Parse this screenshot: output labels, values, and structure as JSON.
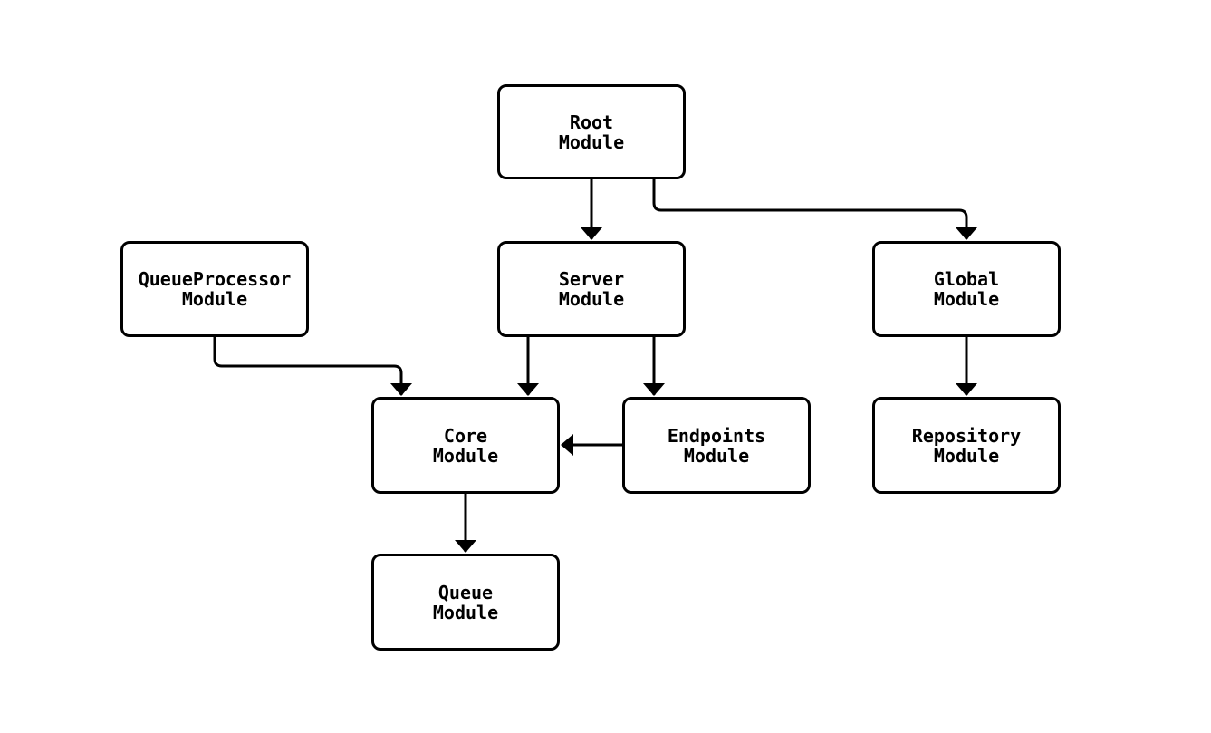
{
  "diagram": {
    "type": "module-dependency-graph",
    "background_color": "#ffffff",
    "node_fill_color": "#ffffff",
    "stroke_color": "#000000",
    "nodes": [
      {
        "id": "root",
        "line1": "Root",
        "line2": "Module"
      },
      {
        "id": "queueprocessor",
        "line1": "QueueProcessor",
        "line2": "Module"
      },
      {
        "id": "server",
        "line1": "Server",
        "line2": "Module"
      },
      {
        "id": "global",
        "line1": "Global",
        "line2": "Module"
      },
      {
        "id": "core",
        "line1": "Core",
        "line2": "Module"
      },
      {
        "id": "endpoints",
        "line1": "Endpoints",
        "line2": "Module"
      },
      {
        "id": "repository",
        "line1": "Repository",
        "line2": "Module"
      },
      {
        "id": "queue",
        "line1": "Queue",
        "line2": "Module"
      }
    ],
    "edges": [
      {
        "from": "root",
        "to": "server"
      },
      {
        "from": "root",
        "to": "global"
      },
      {
        "from": "queueprocessor",
        "to": "core"
      },
      {
        "from": "server",
        "to": "core"
      },
      {
        "from": "server",
        "to": "endpoints"
      },
      {
        "from": "endpoints",
        "to": "core"
      },
      {
        "from": "global",
        "to": "repository"
      },
      {
        "from": "core",
        "to": "queue"
      }
    ]
  }
}
